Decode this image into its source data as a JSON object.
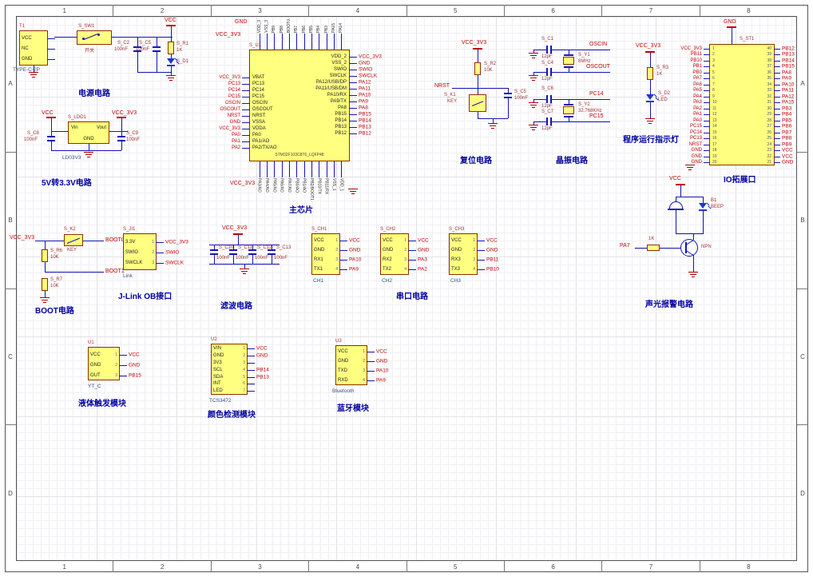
{
  "sheet": {
    "cols": [
      "1",
      "2",
      "3",
      "4",
      "5",
      "6",
      "7",
      "8"
    ],
    "rows": [
      "A",
      "B",
      "C",
      "D"
    ]
  },
  "colors": {
    "part_body": "#FFFF80",
    "part_outline": "#8B3000",
    "wire": "#1414B4",
    "net_label": "#C00000",
    "caption": "#0000A0"
  },
  "power": {
    "caption": "电源电路",
    "usb": {
      "ref": "T1",
      "value": "TYPE-C-2P",
      "pins": [
        {
          "name": "VCC"
        },
        {
          "name": "NC"
        },
        {
          "name": "GND"
        }
      ]
    },
    "sw": {
      "ref": "S_SW1",
      "value": "开关"
    },
    "cap1": {
      "ref": "S_C2",
      "value": "100nF"
    },
    "cap2": {
      "ref": "S_C5",
      "value": "100nF"
    },
    "res": {
      "ref": "S_R1",
      "value": "1K"
    },
    "led": {
      "ref": "S_D1"
    },
    "net_vcc": "VCC"
  },
  "ldo": {
    "caption": "5V转3.3V电路",
    "ref": "S_LDO1",
    "value": "LD03V3",
    "pin_in": "Vin",
    "pin_gnd": "GND",
    "pin_out": "Vout",
    "cin": {
      "ref": "S_C8",
      "value": "100nF"
    },
    "cout": {
      "ref": "S_C9",
      "value": "100nF"
    },
    "net_in": "VCC",
    "net_out": "VCC_3V3"
  },
  "mcu": {
    "caption": "主芯片",
    "ref": "S_U1",
    "value": "STM32F103C8T6_LQFP48",
    "net_top_gnd": "GND",
    "net_top_vcc": "VCC_3V3",
    "net_bottom_vcc": "VCC_3V3",
    "left_pins": [
      {
        "name": "VBAT",
        "net": "VCC_3V3"
      },
      {
        "name": "PC13",
        "net": "PC13"
      },
      {
        "name": "PC14",
        "net": "PC14"
      },
      {
        "name": "PC15",
        "net": "PC15"
      },
      {
        "name": "OSCIN",
        "net": "OSCIN"
      },
      {
        "name": "OSCOUT",
        "net": "OSCOUT"
      },
      {
        "name": "NRST",
        "net": "NRST"
      },
      {
        "name": "VSSA",
        "net": "GND"
      },
      {
        "name": "VDDA",
        "net": "VCC_3V3"
      },
      {
        "name": "PA0",
        "net": "PA0"
      },
      {
        "name": "PA1/AO",
        "net": "PA1"
      },
      {
        "name": "PA2/TX/AO",
        "net": "PA2"
      }
    ],
    "right_pins": [
      {
        "name": "VDD_2",
        "net": "VCC_3V3"
      },
      {
        "name": "VSS_2",
        "net": "GND"
      },
      {
        "name": "SWIO",
        "net": "SWIO"
      },
      {
        "name": "SWCLK",
        "net": "SWCLK"
      },
      {
        "name": "PA12/USB/DP",
        "net": "PA12"
      },
      {
        "name": "PA11/USB/DM",
        "net": "PA11"
      },
      {
        "name": "PA10/RX",
        "net": "PA10"
      },
      {
        "name": "PA9/TX",
        "net": "PA9"
      },
      {
        "name": "PA8",
        "net": "PA8"
      },
      {
        "name": "PB15",
        "net": "PB15"
      },
      {
        "name": "PB14",
        "net": "PB14"
      },
      {
        "name": "PB13",
        "net": "PB13"
      },
      {
        "name": "PB12",
        "net": "PB12"
      }
    ],
    "top_pins": [
      "VDD_3",
      "VSS_3",
      "PB9",
      "PB8",
      "BOOT0",
      "PB7",
      "PB6",
      "PB5",
      "PB4",
      "PB3",
      "PA15",
      "PA14"
    ],
    "bottom_pins": [
      "PA3/AO",
      "PA4/AO",
      "PA5/AO",
      "PA6/AO",
      "PA7/AO",
      "PB0/AO",
      "PB1/AO",
      "PB2/BOOT1",
      "PB10/TX",
      "PB11/RX",
      "VSS_1",
      "VDD_1"
    ]
  },
  "reset": {
    "caption": "复位电路",
    "net_vcc": "VCC_3V3",
    "net_nrst": "NRST",
    "res": {
      "ref": "S_R2",
      "value": "10K"
    },
    "key": {
      "ref": "S_K1",
      "value": "KEY"
    },
    "cap": {
      "ref": "S_C5",
      "value": "100nF"
    }
  },
  "crystal": {
    "caption": "晶振电路",
    "gnd": "GND",
    "c1": {
      "ref": "S_C1",
      "value": "12pF"
    },
    "c4": {
      "ref": "S_C4",
      "value": "12pF"
    },
    "y1": {
      "ref": "S_Y1",
      "value": "8MHz"
    },
    "net_oscin": "OSCIN",
    "net_oscout": "OSCOUT",
    "c6": {
      "ref": "S_C6",
      "value": "12pF"
    },
    "c7": {
      "ref": "S_C7",
      "value": "12pF"
    },
    "y2": {
      "ref": "S_Y2",
      "value": "32.768KHz"
    },
    "net_pc14": "PC14",
    "net_pc15": "PC15"
  },
  "runled": {
    "caption": "程序运行指示灯",
    "net_vcc": "VCC_3V3",
    "res": {
      "ref": "S_R3",
      "value": "1K"
    },
    "led": {
      "ref": "S_D2",
      "value": "LED"
    }
  },
  "io": {
    "caption": "IO拓展口",
    "ref": "S_ST1",
    "net_top": "GND",
    "rows": [
      {
        "ln": "1",
        "rn": "40",
        "lnet": "VCC_3V3",
        "rnet": "PB12"
      },
      {
        "ln": "2",
        "rn": "39",
        "lnet": "PB11",
        "rnet": "PB13"
      },
      {
        "ln": "3",
        "rn": "38",
        "lnet": "PB10",
        "rnet": "PB14"
      },
      {
        "ln": "4",
        "rn": "37",
        "lnet": "PB1",
        "rnet": "PB15"
      },
      {
        "ln": "5",
        "rn": "36",
        "lnet": "PB0",
        "rnet": "PA8"
      },
      {
        "ln": "6",
        "rn": "35",
        "lnet": "PA7",
        "rnet": "PA9"
      },
      {
        "ln": "7",
        "rn": "34",
        "lnet": "PA6",
        "rnet": "PA10"
      },
      {
        "ln": "8",
        "rn": "33",
        "lnet": "PA5",
        "rnet": "PA11"
      },
      {
        "ln": "9",
        "rn": "32",
        "lnet": "PA4",
        "rnet": "PA12"
      },
      {
        "ln": "10",
        "rn": "31",
        "lnet": "PA3",
        "rnet": "PA15"
      },
      {
        "ln": "11",
        "rn": "30",
        "lnet": "PA2",
        "rnet": "PB3"
      },
      {
        "ln": "12",
        "rn": "29",
        "lnet": "PA1",
        "rnet": "PB4"
      },
      {
        "ln": "13",
        "rn": "28",
        "lnet": "PA0",
        "rnet": "PB5"
      },
      {
        "ln": "14",
        "rn": "27",
        "lnet": "PC15",
        "rnet": "PB6"
      },
      {
        "ln": "15",
        "rn": "26",
        "lnet": "PC14",
        "rnet": "PB7"
      },
      {
        "ln": "16",
        "rn": "25",
        "lnet": "PC13",
        "rnet": "PB8"
      },
      {
        "ln": "17",
        "rn": "24",
        "lnet": "NRST",
        "rnet": "PB9"
      },
      {
        "ln": "18",
        "rn": "23",
        "lnet": "GND",
        "rnet": "VCC"
      },
      {
        "ln": "19",
        "rn": "22",
        "lnet": "GND",
        "rnet": "VCC"
      },
      {
        "ln": "20",
        "rn": "21",
        "lnet": "GND",
        "rnet": "GND"
      }
    ]
  },
  "boot": {
    "caption": "BOOT电路",
    "net_vcc": "VCC_3V3",
    "key": {
      "ref": "S_K2",
      "value": "KEY"
    },
    "r1": {
      "ref": "S_R6",
      "value": "10K"
    },
    "r2": {
      "ref": "S_R7",
      "value": "10K"
    },
    "net_boot0": "BOOT0",
    "net_boot1": "BOOT1"
  },
  "jlink": {
    "caption": "J-Link OB接口",
    "ref": "S_JI1",
    "value": "Link",
    "rows": [
      {
        "n": "1",
        "name": "3.3V",
        "net": "VCC_3V3"
      },
      {
        "n": "2",
        "name": "SWIO",
        "net": "SWIO"
      },
      {
        "n": "3",
        "name": "SWCLK",
        "net": "SWCLK"
      }
    ]
  },
  "filter": {
    "caption": "滤波电路",
    "net_vcc": "VCC_3V3",
    "caps": [
      {
        "ref": "S_C10",
        "value": "100nF"
      },
      {
        "ref": "S_C11",
        "value": "100nF"
      },
      {
        "ref": "S_C12",
        "value": "100nF"
      },
      {
        "ref": "S_C13",
        "value": "100nF"
      }
    ]
  },
  "serial": {
    "caption": "串口电路",
    "ch1": {
      "ref": "S_CH1",
      "value": "CH1",
      "rows": [
        {
          "n": "1",
          "name": "VCC",
          "net": "VCC"
        },
        {
          "n": "2",
          "name": "GND",
          "net": "GND"
        },
        {
          "n": "3",
          "name": "RX1",
          "net": "PA10"
        },
        {
          "n": "4",
          "name": "TX1",
          "net": "PA9"
        }
      ]
    },
    "ch2": {
      "ref": "S_CH2",
      "value": "CH2",
      "rows": [
        {
          "n": "1",
          "name": "VCC",
          "net": "VCC"
        },
        {
          "n": "2",
          "name": "GND",
          "net": "GND"
        },
        {
          "n": "3",
          "name": "RX2",
          "net": "PA3"
        },
        {
          "n": "4",
          "name": "TX2",
          "net": "PA2"
        }
      ]
    },
    "ch3": {
      "ref": "S_CH3",
      "value": "CH3",
      "rows": [
        {
          "n": "1",
          "name": "VCC",
          "net": "VCC"
        },
        {
          "n": "2",
          "name": "GND",
          "net": "GND"
        },
        {
          "n": "3",
          "name": "RX3",
          "net": "PB11"
        },
        {
          "n": "4",
          "name": "TX3",
          "net": "PB10"
        }
      ]
    }
  },
  "alarm": {
    "caption": "声光报警电路",
    "net_vcc": "VCC",
    "buzzer": {
      "ref": "B1",
      "value": "BEEP"
    },
    "res": {
      "value": "1K"
    },
    "q": {
      "value": "NPN"
    },
    "net_in": "PA7"
  },
  "liquid": {
    "caption": "液体触发模块",
    "ref": "U1",
    "value": "YT_C",
    "rows": [
      {
        "n": "1",
        "name": "VCC",
        "net": "VCC"
      },
      {
        "n": "2",
        "name": "GND",
        "net": "GND"
      },
      {
        "n": "3",
        "name": "OUT",
        "net": "PB15"
      }
    ]
  },
  "color_module": {
    "caption": "颜色检测模块",
    "ref": "U2",
    "value": "TCS3472",
    "rows": [
      {
        "n": "1",
        "name": "VIN",
        "net": "VCC"
      },
      {
        "n": "2",
        "name": "GND",
        "net": "GND"
      },
      {
        "n": "3",
        "name": "3V3",
        "net": ""
      },
      {
        "n": "4",
        "name": "SCL",
        "net": "PB14"
      },
      {
        "n": "5",
        "name": "SDA",
        "net": "PB13"
      },
      {
        "n": "6",
        "name": "INT",
        "net": ""
      },
      {
        "n": "7",
        "name": "LED",
        "net": ""
      }
    ]
  },
  "bt": {
    "caption": "蓝牙模块",
    "ref": "U3",
    "value": "Bluetooth",
    "rows": [
      {
        "n": "1",
        "name": "VCC",
        "net": "VCC"
      },
      {
        "n": "2",
        "name": "GND",
        "net": "GND"
      },
      {
        "n": "3",
        "name": "TXD",
        "net": "PA10"
      },
      {
        "n": "4",
        "name": "RXD",
        "net": "PA9"
      }
    ]
  }
}
